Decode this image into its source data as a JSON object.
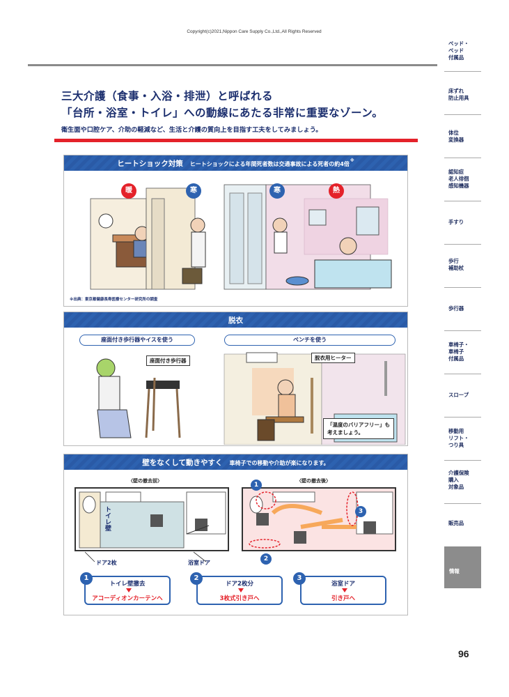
{
  "copyright": "Copyright(c)2021,Nippon Care Supply Co.,Ltd.,All Rights Reserved",
  "headline": {
    "line1": "三大介護（食事・入浴・排泄）と呼ばれる",
    "line2": "「台所・浴室・トイレ」への動線にあたる非常に重要なゾーン。",
    "sub": "衛生面や口腔ケア、介助の軽減など、生活と介護の質向上を目指す工夫をしてみましょう。"
  },
  "sidebar": {
    "items": [
      "ベッド・\nベッド\n付属品",
      "床ずれ\n防止用具",
      "体位\n変換器",
      "認知症\n老人徘徊\n感知機器",
      "手すり",
      "歩行\n補助杖",
      "歩行器",
      "車椅子・\n車椅子\n付属品",
      "スロープ",
      "移動用\nリフト・\nつり具",
      "介護保険\n購入\n対象品",
      "販売品"
    ],
    "active": "情報"
  },
  "page_number": "96",
  "heat_shock": {
    "title": "ヒートショック対策",
    "subtitle": "ヒートショックによる年間死者数は交通事故による死者の約4倍",
    "subtitle_note": "※",
    "badges": [
      "暖",
      "寒",
      "寒",
      "熱"
    ],
    "source": "※出典：東京都健康長寿医療センター研究所の調査"
  },
  "undress": {
    "title": "脱衣",
    "left_pill": "座面付き歩行器やイスを使う",
    "right_pill": "ベンチを使う",
    "walker_tag": "座面付き歩行器",
    "heater_tag": "脱衣用ヒーター",
    "callout": "「温度のバリアフリー」も\n考えましょう。"
  },
  "walls": {
    "title": "壁をなくして動きやすく",
    "subtitle": "車椅子での移動や介助が楽になります。",
    "before_label": "〈壁の撤去前〉",
    "after_label": "〈壁の撤去後〉",
    "toilet_wall": "トイレ壁",
    "door2": "ドア2枚",
    "bath_door": "浴室ドア",
    "steps": [
      {
        "num": "1",
        "from": "トイレ壁撤去",
        "to": "アコーディオンカーテンへ"
      },
      {
        "num": "2",
        "from": "ドア2枚分",
        "to": "3枚式引き戸へ"
      },
      {
        "num": "3",
        "from": "浴室ドア",
        "to": "引き戸へ"
      }
    ],
    "markers": [
      "1",
      "2",
      "3"
    ]
  },
  "colors": {
    "navy": "#1b2e6e",
    "blue": "#2d62b0",
    "red": "#e4222a",
    "gray": "#8c8c8c"
  }
}
